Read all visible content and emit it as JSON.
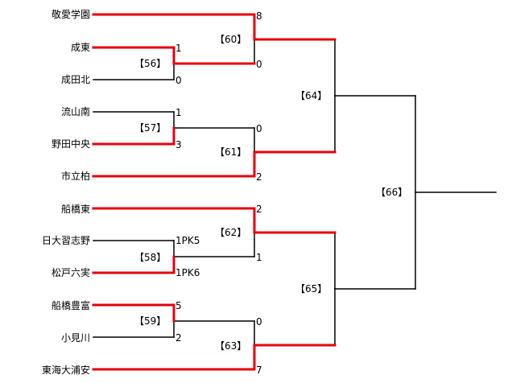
{
  "colors": {
    "winner": "#e8000b",
    "loser": "#000000"
  },
  "teams": [
    {
      "name": "敬愛学園"
    },
    {
      "name": "成東"
    },
    {
      "name": "成田北"
    },
    {
      "name": "流山南"
    },
    {
      "name": "野田中央"
    },
    {
      "name": "市立柏"
    },
    {
      "name": "船橋東"
    },
    {
      "name": "日大習志野"
    },
    {
      "name": "松戸六実"
    },
    {
      "name": "船橋豊富"
    },
    {
      "name": "小見川"
    },
    {
      "name": "東海大浦安"
    }
  ],
  "matches": [
    {
      "label": "【56】",
      "top_score": "1",
      "bottom_score": "0"
    },
    {
      "label": "【57】",
      "top_score": "1",
      "bottom_score": "3"
    },
    {
      "label": "【58】",
      "top_score": "1PK5",
      "bottom_score": "1PK6"
    },
    {
      "label": "【59】",
      "top_score": "5",
      "bottom_score": "2"
    },
    {
      "label": "【60】",
      "top_score": "8",
      "bottom_score": "0"
    },
    {
      "label": "【61】",
      "top_score": "0",
      "bottom_score": "2"
    },
    {
      "label": "【62】",
      "top_score": "2",
      "bottom_score": "1"
    },
    {
      "label": "【63】",
      "top_score": "0",
      "bottom_score": "7"
    },
    {
      "label": "【64】"
    },
    {
      "label": "【65】"
    },
    {
      "label": "【66】"
    }
  ]
}
